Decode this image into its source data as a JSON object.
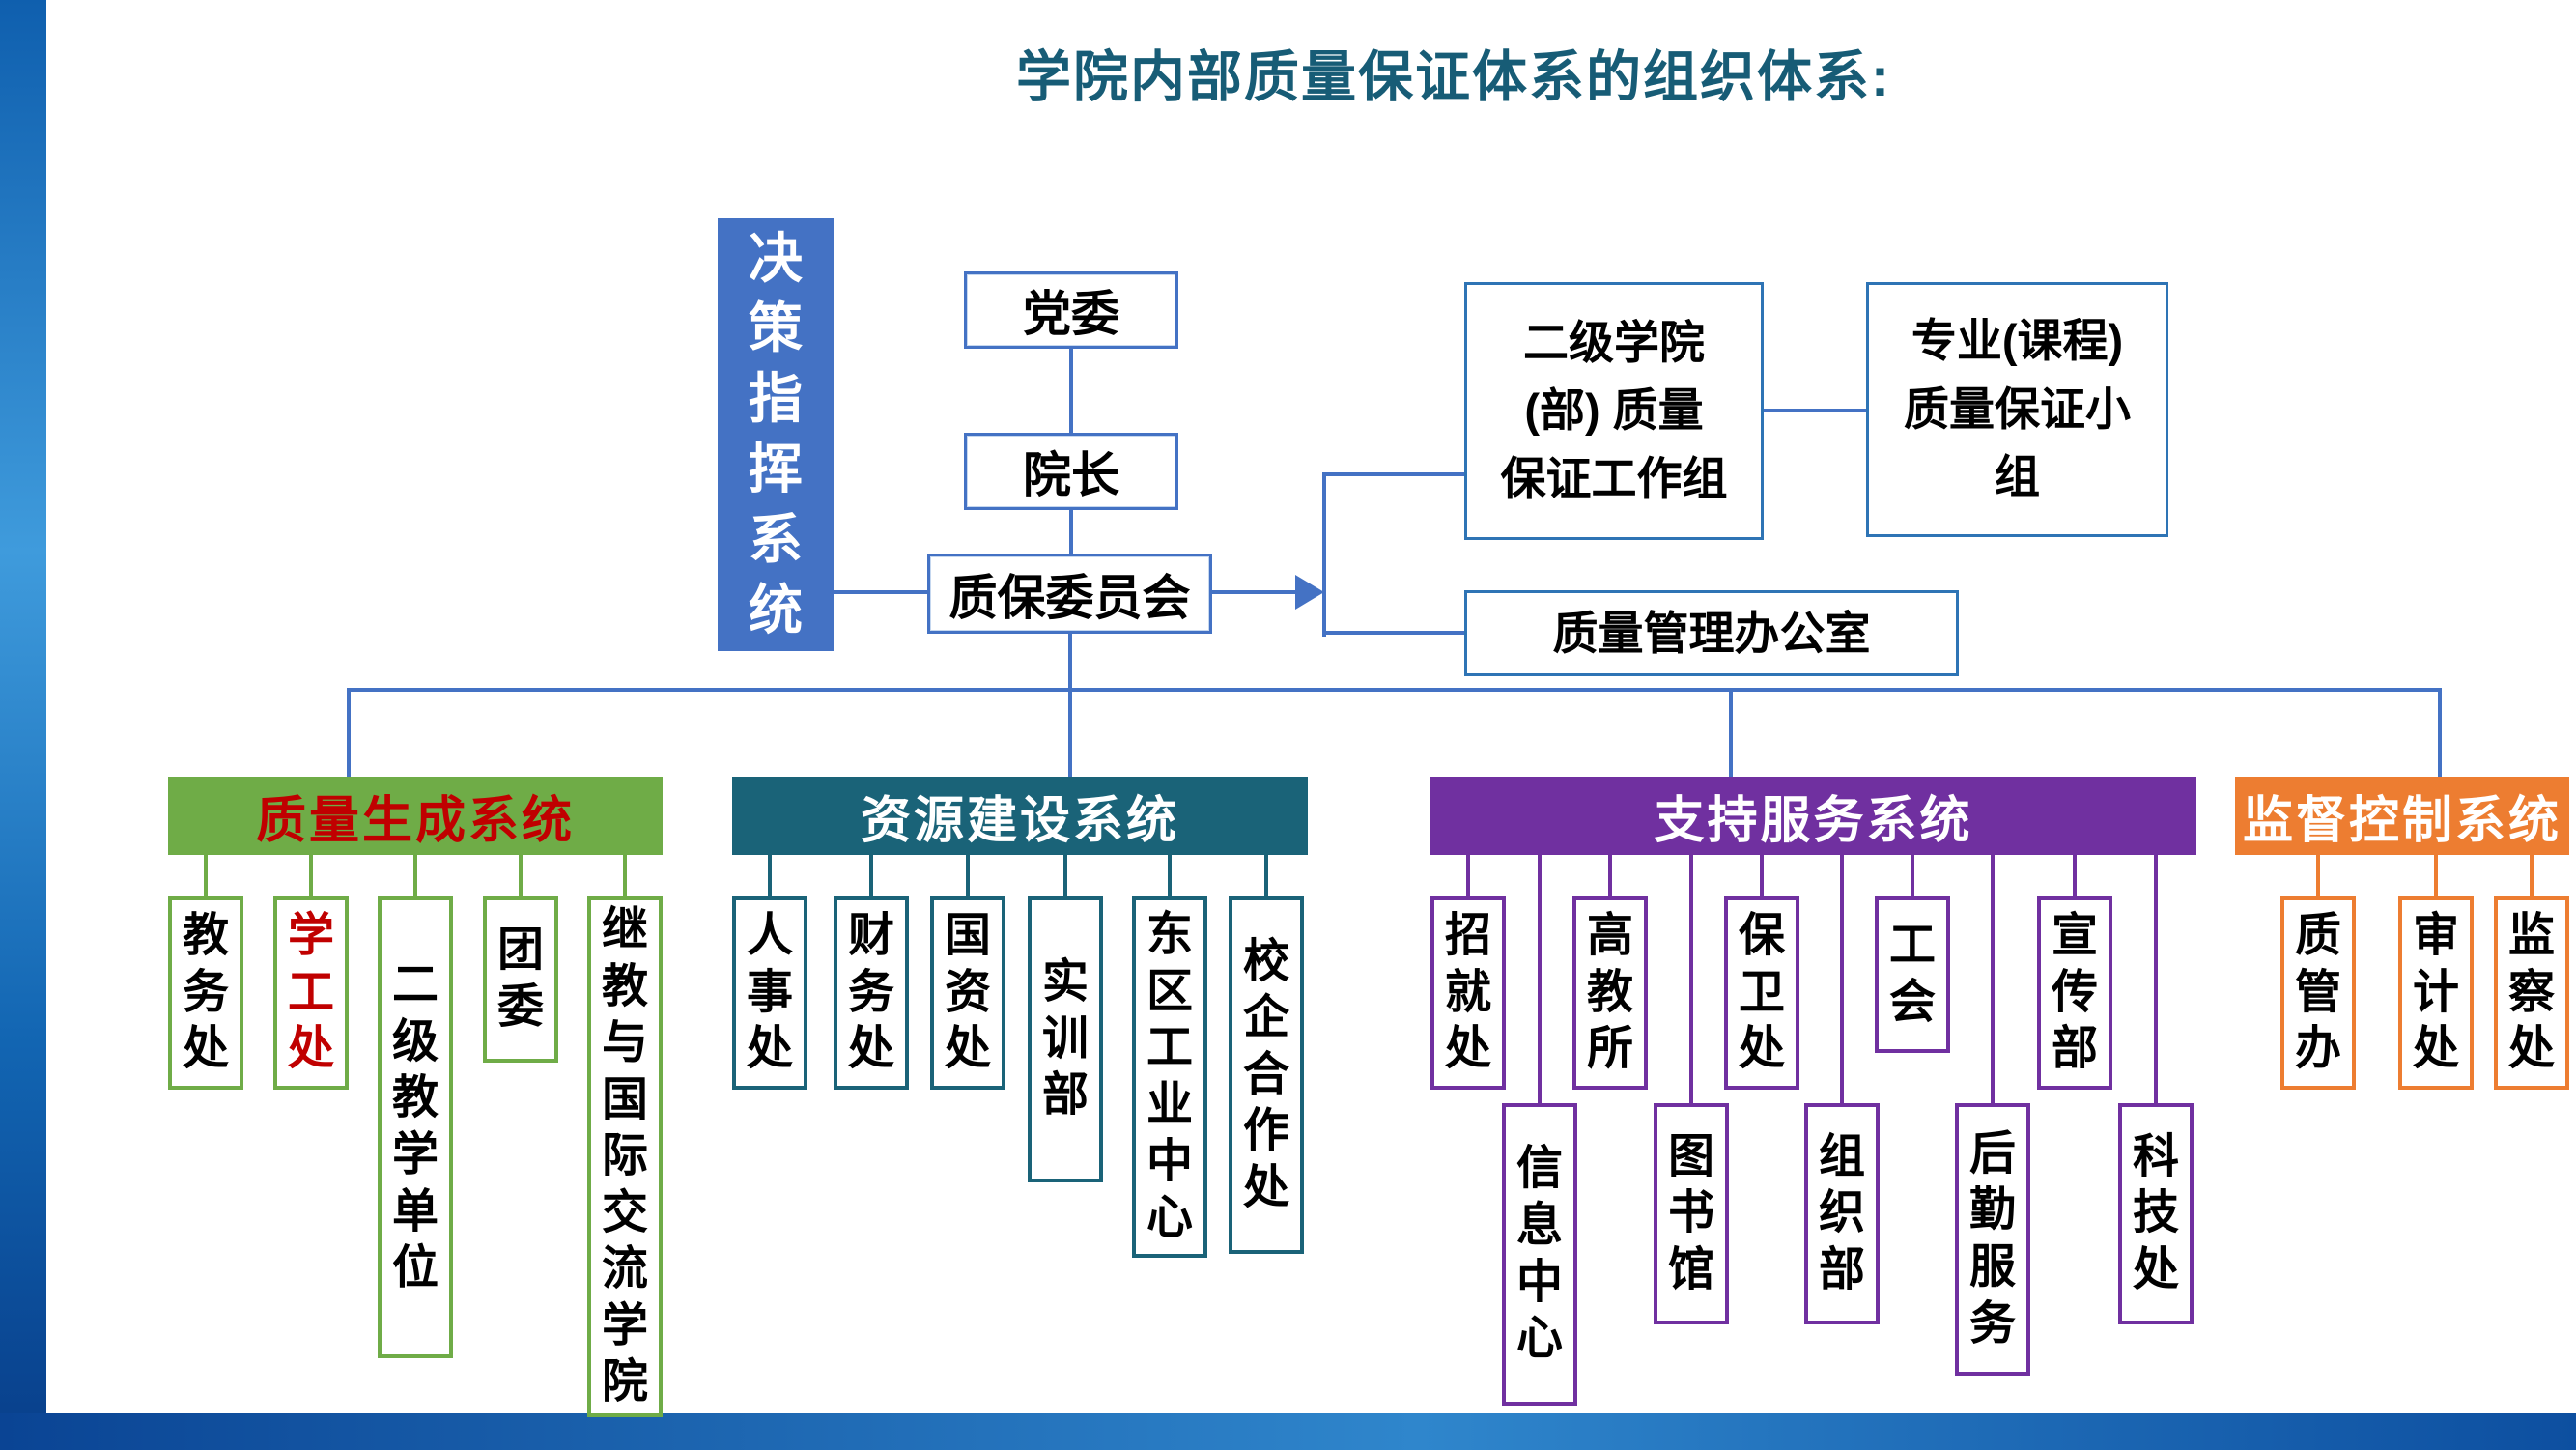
{
  "page": {
    "title": "学院内部质量保证体系的组织体系:"
  },
  "decision_system": {
    "label": "决策指挥系统"
  },
  "chain": {
    "party_committee": "党委",
    "president": "院长",
    "qa_committee": "质保委员会"
  },
  "right_boxes": {
    "college_group": {
      "lines": [
        "二级学院",
        "(部) 质量",
        "保证工作组"
      ]
    },
    "program_group": {
      "lines": [
        "专业(课程)",
        "质量保证小",
        "组"
      ]
    },
    "qa_office": {
      "label": "质量管理办公室"
    }
  },
  "systems": {
    "quality": {
      "header": "质量生成系统",
      "children": [
        "教务处",
        "学工处",
        "二级教学单位",
        "团委",
        "继教与国际交流学院"
      ],
      "highlighted_child": "学工处"
    },
    "resource": {
      "header": "资源建设系统",
      "children": [
        "人事处",
        "财务处",
        "国资处",
        "实训部",
        "东区工业中心",
        "校企合作处"
      ]
    },
    "support": {
      "header": "支持服务系统",
      "children_row1": [
        "招就处",
        "高教所",
        "保卫处",
        "工会",
        "宣传部"
      ],
      "children_row2": [
        "信息中心",
        "图书馆",
        "组织部",
        "后勤服务",
        "科技处"
      ]
    },
    "supervision": {
      "header": "监督控制系统",
      "children": [
        "质管办",
        "审计处",
        "监察处"
      ]
    }
  },
  "colors": {
    "title_text": "#175C76",
    "connector_blue": "#4472C4",
    "box_border_blue": "#2E74B5",
    "decision_fill": "#4472C4",
    "quality_green": "#6FAC47",
    "resource_teal": "#1A6378",
    "support_purple": "#7030A0",
    "supervision_orange": "#ED7D31",
    "highlight_red": "#C00000"
  }
}
